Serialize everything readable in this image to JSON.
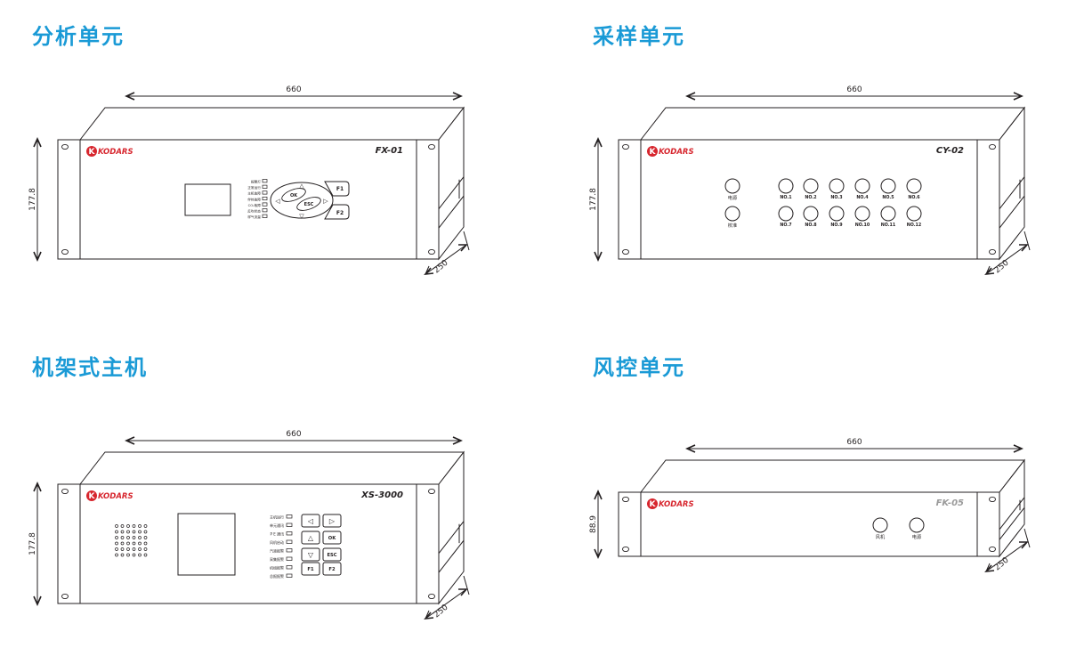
{
  "units": [
    {
      "title": "分析单元",
      "brand": "KODARS",
      "model": "FX-01",
      "width": "660",
      "height": "177.8",
      "depth": "250",
      "indicators": [
        "报警灯",
        "正常运行",
        "主机故障",
        "伴热故障",
        "CO₂故障",
        "反吹状态",
        "样气流量"
      ],
      "keys": {
        "up": "△",
        "down": "▽",
        "left": "◁",
        "right": "▷",
        "ok": "OK",
        "esc": "ESC",
        "f1": "F1",
        "f2": "F2"
      }
    },
    {
      "title": "采样单元",
      "brand": "KODARS",
      "model": "CY-02",
      "width": "660",
      "height": "177.8",
      "depth": "250",
      "left_buttons": [
        "电源",
        "校准"
      ],
      "channels_top": [
        "NO.1",
        "NO.2",
        "NO.3",
        "NO.4",
        "NO.5",
        "NO.6"
      ],
      "channels_bottom": [
        "NO.7",
        "NO.8",
        "NO.9",
        "NO.10",
        "NO.11",
        "NO.12"
      ]
    },
    {
      "title": "机架式主机",
      "brand": "KODARS",
      "model": "XS-3000",
      "width": "660",
      "height": "177.8",
      "depth": "250",
      "indicators": [
        "主机运行",
        "单元通讯",
        "P E 通讯",
        "风机启动",
        "汽液报警",
        "采集报警",
        "机组报警",
        "总报报警"
      ],
      "keys": {
        "left": "◁",
        "right": "▷",
        "up": "△",
        "ok": "OK",
        "down": "▽",
        "esc": "ESC",
        "f1": "F1",
        "f2": "F2"
      }
    },
    {
      "title": "风控单元",
      "brand": "KODARS",
      "model": "FK-05",
      "width": "660",
      "height": "88.9",
      "depth": "250",
      "buttons": [
        "风机",
        "电源"
      ]
    }
  ],
  "colors": {
    "accent": "#1a9ad6",
    "logo_red": "#d7262e",
    "line": "#231f20"
  }
}
